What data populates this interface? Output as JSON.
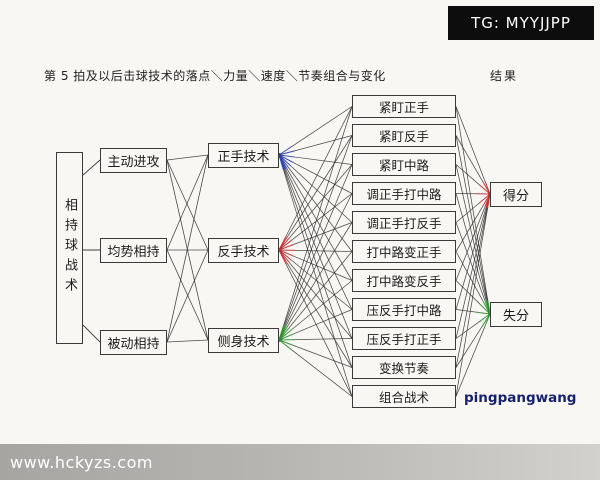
{
  "watermark_top": "TG: MYYJJPP",
  "title": "第 5 拍及以后击球技术的落点＼力量＼速度＼节奏组合与变化",
  "result_label": "结果",
  "root": "相持球战术",
  "stages": [
    "主动进攻",
    "均势相持",
    "被动相持"
  ],
  "techniques": [
    "正手技术",
    "反手技术",
    "侧身技术"
  ],
  "tactics": [
    "紧盯正手",
    "紧盯反手",
    "紧盯中路",
    "调正手打中路",
    "调正手打反手",
    "打中路变正手",
    "打中路变反手",
    "压反手打中路",
    "压反手打正手",
    "变换节奏",
    "组合战术"
  ],
  "outcomes": [
    "得分",
    "失分"
  ],
  "watermark_bottom": "www.hckyzs.com",
  "watermark_site": "pingpangwang",
  "colors": {
    "line": "#2b2b2b",
    "technique_accents": [
      "#2b3fae",
      "#c03030",
      "#2f8f2f"
    ],
    "outcome_accents": [
      "#c03030",
      "#2f8f2f"
    ],
    "score_text": "#1c1c1c"
  }
}
